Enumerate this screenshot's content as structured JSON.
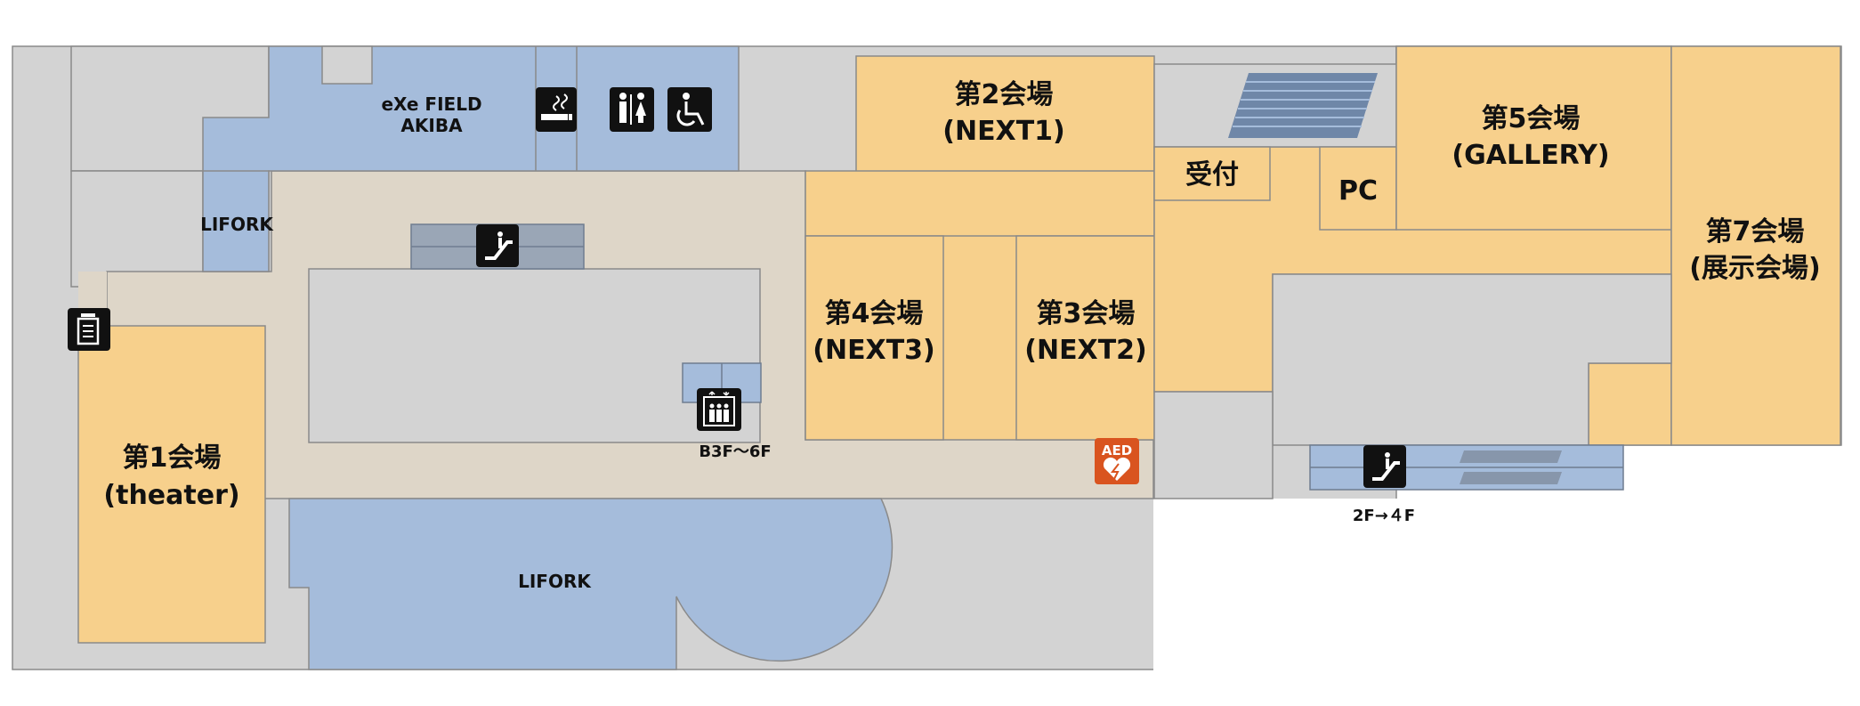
{
  "rooms": {
    "venue1": {
      "name": "第1会場",
      "sub": "(theater)"
    },
    "venue2": {
      "name": "第2会場",
      "sub": "(NEXT1)"
    },
    "venue3": {
      "name": "第3会場",
      "sub": "(NEXT2)"
    },
    "venue4": {
      "name": "第4会場",
      "sub": "(NEXT3)"
    },
    "venue5": {
      "name": "第5会場",
      "sub": "(GALLERY)"
    },
    "venue7": {
      "name": "第7会場",
      "sub": "(展示会場)"
    },
    "reception": "受付",
    "pc": "PC"
  },
  "labels": {
    "exe_field_1": "eXe FIELD",
    "exe_field_2": "AKIBA",
    "lifork_top": "LIFORK",
    "lifork_bottom": "LIFORK",
    "elevator_range": "B3F～6F",
    "escalator_range": "2F→４F",
    "aed": "AED"
  },
  "icons": [
    "smoking-area-icon",
    "restroom-icon",
    "accessible-icon",
    "escalator-icon",
    "elevator-icon",
    "trash-icon",
    "aed-icon"
  ],
  "colors": {
    "venue": "#f7d08c",
    "shop": "#a5bcdb",
    "corridor": "#ded6c8",
    "structure": "#d3d3d3",
    "icon_bg": "#111111",
    "aed": "#d9541f"
  }
}
